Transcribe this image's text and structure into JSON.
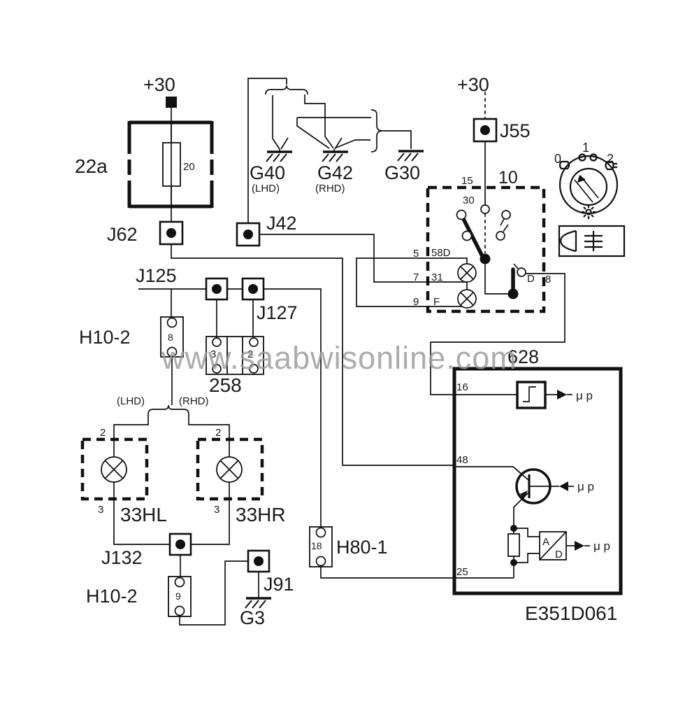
{
  "watermark": "www.saabwisonline.com",
  "supply": {
    "left": "+30",
    "right": "+30"
  },
  "fuse22a": {
    "label": "22a",
    "rating": "20"
  },
  "connectors": {
    "j62": "J62",
    "j42": "J42",
    "j55": "J55",
    "j125": "J125",
    "j127": "J127",
    "j132": "J132",
    "j91": "J91"
  },
  "grounds": {
    "g40": "G40",
    "g40_note": "(LHD)",
    "g42": "G42",
    "g42_note": "(RHD)",
    "g30": "G30",
    "g3": "G3"
  },
  "light_switch": {
    "label": "10",
    "pin15": "15",
    "pin30": "30",
    "pin5": "5",
    "pin58d": "58D",
    "pin7": "7",
    "pin31": "31",
    "pin9": "9",
    "pin_f": "F",
    "pin_d": "D",
    "pin8": "8"
  },
  "knob": {
    "pos0": "0",
    "pos1": "1",
    "pos2": "2"
  },
  "splice258": {
    "label": "258",
    "pin3": "3",
    "pin2": "2"
  },
  "h10_front": {
    "label": "H10-2",
    "pin": "8"
  },
  "h10_rear": {
    "label": "H10-2",
    "pin": "9"
  },
  "h80": {
    "label": "H80-1",
    "pin": "18"
  },
  "lamp_left": {
    "label": "33HL",
    "pin2": "2",
    "pin3": "3",
    "note": "(LHD)"
  },
  "lamp_right": {
    "label": "33HR",
    "pin2": "2",
    "pin3": "3",
    "note": "(RHD)"
  },
  "ecu": {
    "label": "628",
    "id": "E351D061",
    "pin16": "16",
    "pin48": "48",
    "pin25": "25",
    "adc_a": "A",
    "adc_d": "D",
    "mu1": "μ p",
    "mu2": "μ p",
    "mu3": "μ p"
  }
}
